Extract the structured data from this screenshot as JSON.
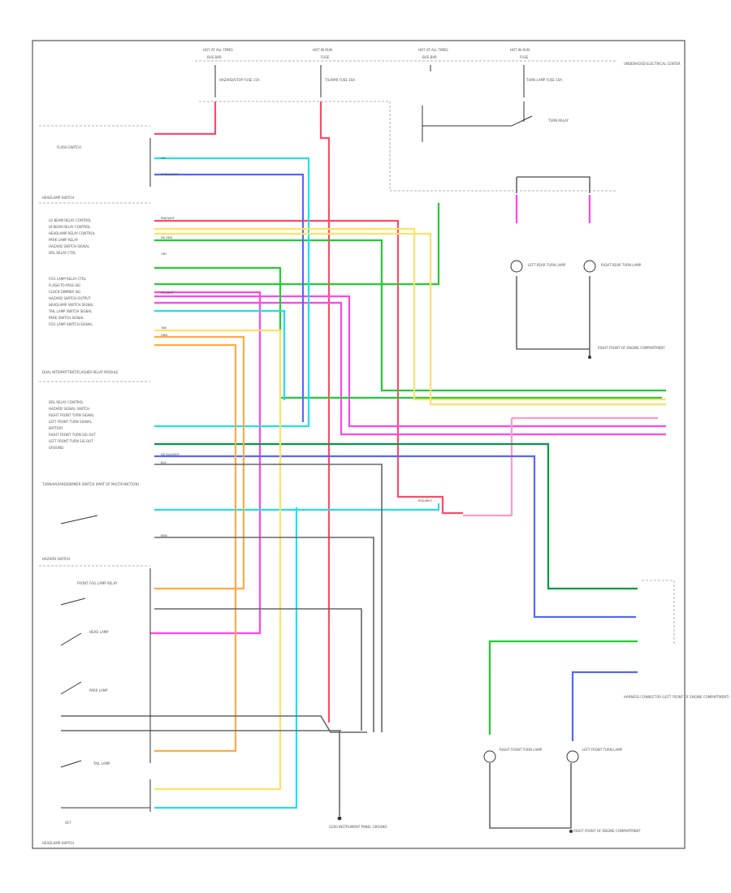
{
  "title": "",
  "colors": {
    "red": "#ff4a6a",
    "pink": "#ff44ee",
    "green": "#22cc33",
    "cyan": "#22ddee",
    "blue": "#5566ff",
    "orange": "#ffaa44",
    "tan": "#ffe066",
    "dark_green": "#009944",
    "gray": "#666666",
    "light_pink": "#ff99cc"
  },
  "fuse_block": {
    "hot_labels": [
      "HOT AT ALL TIMES",
      "HOT IN RUN",
      "HOT AT ALL TIMES",
      "HOT IN RUN"
    ],
    "sub_labels": [
      "BUS BAR",
      "FUSE",
      "BUS BAR",
      "FUSE"
    ],
    "fuses": [
      "HAZARD/STOP FUSE 15A",
      "T/L/RMR FUSE 10A",
      "TURN LAMP FUSE 10A"
    ],
    "side_title": "UNDERHOOD ELECTRICAL CENTER"
  },
  "relays": {
    "turn": "TURN RELAY"
  },
  "left_labels": {
    "flash_switch": "FLASH SWITCH",
    "headlamp_switch": "HEADLAMP SWITCH",
    "multi_module": "DUAL INTERMITTENT/FLASHER RELAY MODULE",
    "turn_switch": "TURN/HAZARD/DIMMER SWITCH (PART OF MULTIFUNCTION)",
    "hazard_switch": "HAZARD SWITCH",
    "ground_label": "G200 INSTRUMENT PANEL GROUND",
    "bottom_left": "HEADLAMP SWITCH"
  },
  "connector_rows_top": [
    "LO BEAM RELAY CONTROL",
    "HI BEAM RELAY CONTROL",
    "HEADLAMP RELAY CONTROL",
    "PARK LAMP RELAY",
    "HAZARD SWITCH SIGNAL",
    "DRL RELAY CTRL",
    "FOG LAMP RELAY CTRL",
    "FLASH-TO-PASS SIG",
    "CLOCK DIMMER SIG",
    "HAZARD SWITCH OUTPUT",
    "HEADLAMP SWITCH SIGNAL",
    "TAIL LAMP SWITCH SIGNAL",
    "PARK SWITCH SIGNAL",
    "FOG LAMP SWITCH SIGNAL"
  ],
  "connector_rows_mid": [
    "DRL RELAY CONTROL",
    "HAZARD SIGNAL SWITCH",
    "RIGHT FRONT TURN SIGNAL",
    "LEFT FRONT TURN SIGNAL",
    "BATTERY",
    "RIGHT FRONT TURN SIG OUT",
    "LEFT FRONT TURN SIG OUT",
    "GROUND"
  ],
  "wire_codes": [
    "PNK/WHT",
    "YEL",
    "DK GRN",
    "LT BLU/WHT",
    "DK BLU/WHT",
    "GRY",
    "BLK",
    "TAN",
    "ORN",
    "PPL/WHT",
    "RED/WHT",
    "BRN"
  ],
  "lamps": {
    "left_front": "LEFT FRONT TURN LAMP",
    "right_front": "RIGHT FRONT TURN LAMP",
    "left_rear": "LEFT REAR TURN LAMP",
    "right_rear": "RIGHT REAR TURN LAMP",
    "ground_right": "RIGHT FRONT OF ENGINE COMPARTMENT",
    "ground_right2": "RIGHT FRONT OF ENGINE COMPARTMENT",
    "harness": "HARNESS CONNECTOR (LEFT FRONT OF ENGINE COMPARTMENT)"
  },
  "hazard_rows": [
    "FRONT FOG LAMP RELAY",
    "HEAD LAMP",
    "PARK LAMP",
    "TAIL LAMP",
    "OFF"
  ],
  "bottom_label": "HEADLAMP SWITCH"
}
